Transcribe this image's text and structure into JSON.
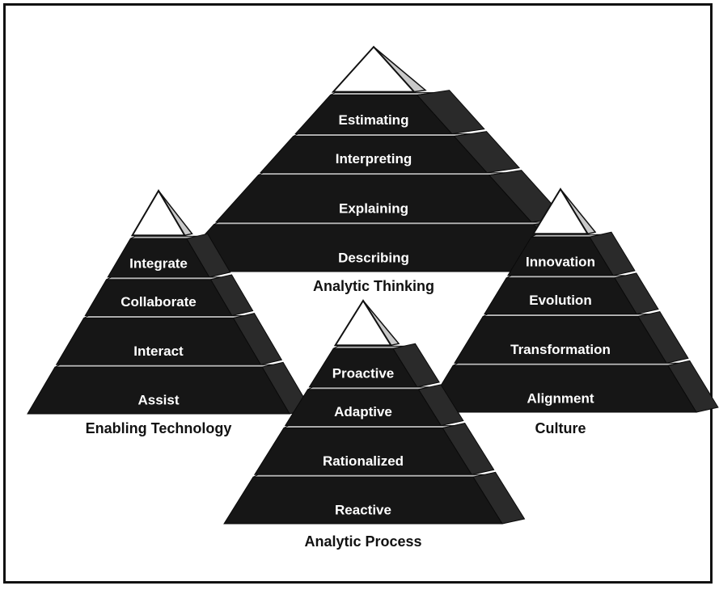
{
  "pyramids": [
    {
      "id": "analytic-thinking",
      "title": "Analytic Thinking",
      "tiers": [
        "Estimating",
        "Interpreting",
        "Explaining",
        "Describing"
      ]
    },
    {
      "id": "enabling-technology",
      "title": "Enabling Technology",
      "tiers": [
        "Integrate",
        "Collaborate",
        "Interact",
        "Assist"
      ]
    },
    {
      "id": "culture",
      "title": "Culture",
      "tiers": [
        "Innovation",
        "Evolution",
        "Transformation",
        "Alignment"
      ]
    },
    {
      "id": "analytic-process",
      "title": "Analytic Process",
      "tiers": [
        "Proactive",
        "Adaptive",
        "Rationalized",
        "Reactive"
      ]
    }
  ],
  "colors": {
    "tier_fill": "#161616",
    "tier_side": "#2a2a2a",
    "tier_top": "#b8b8b8",
    "cap_fill": "#ffffff",
    "cap_side": "#c9c9c9",
    "label": "#ffffff",
    "title": "#111111",
    "border": "#111111"
  }
}
